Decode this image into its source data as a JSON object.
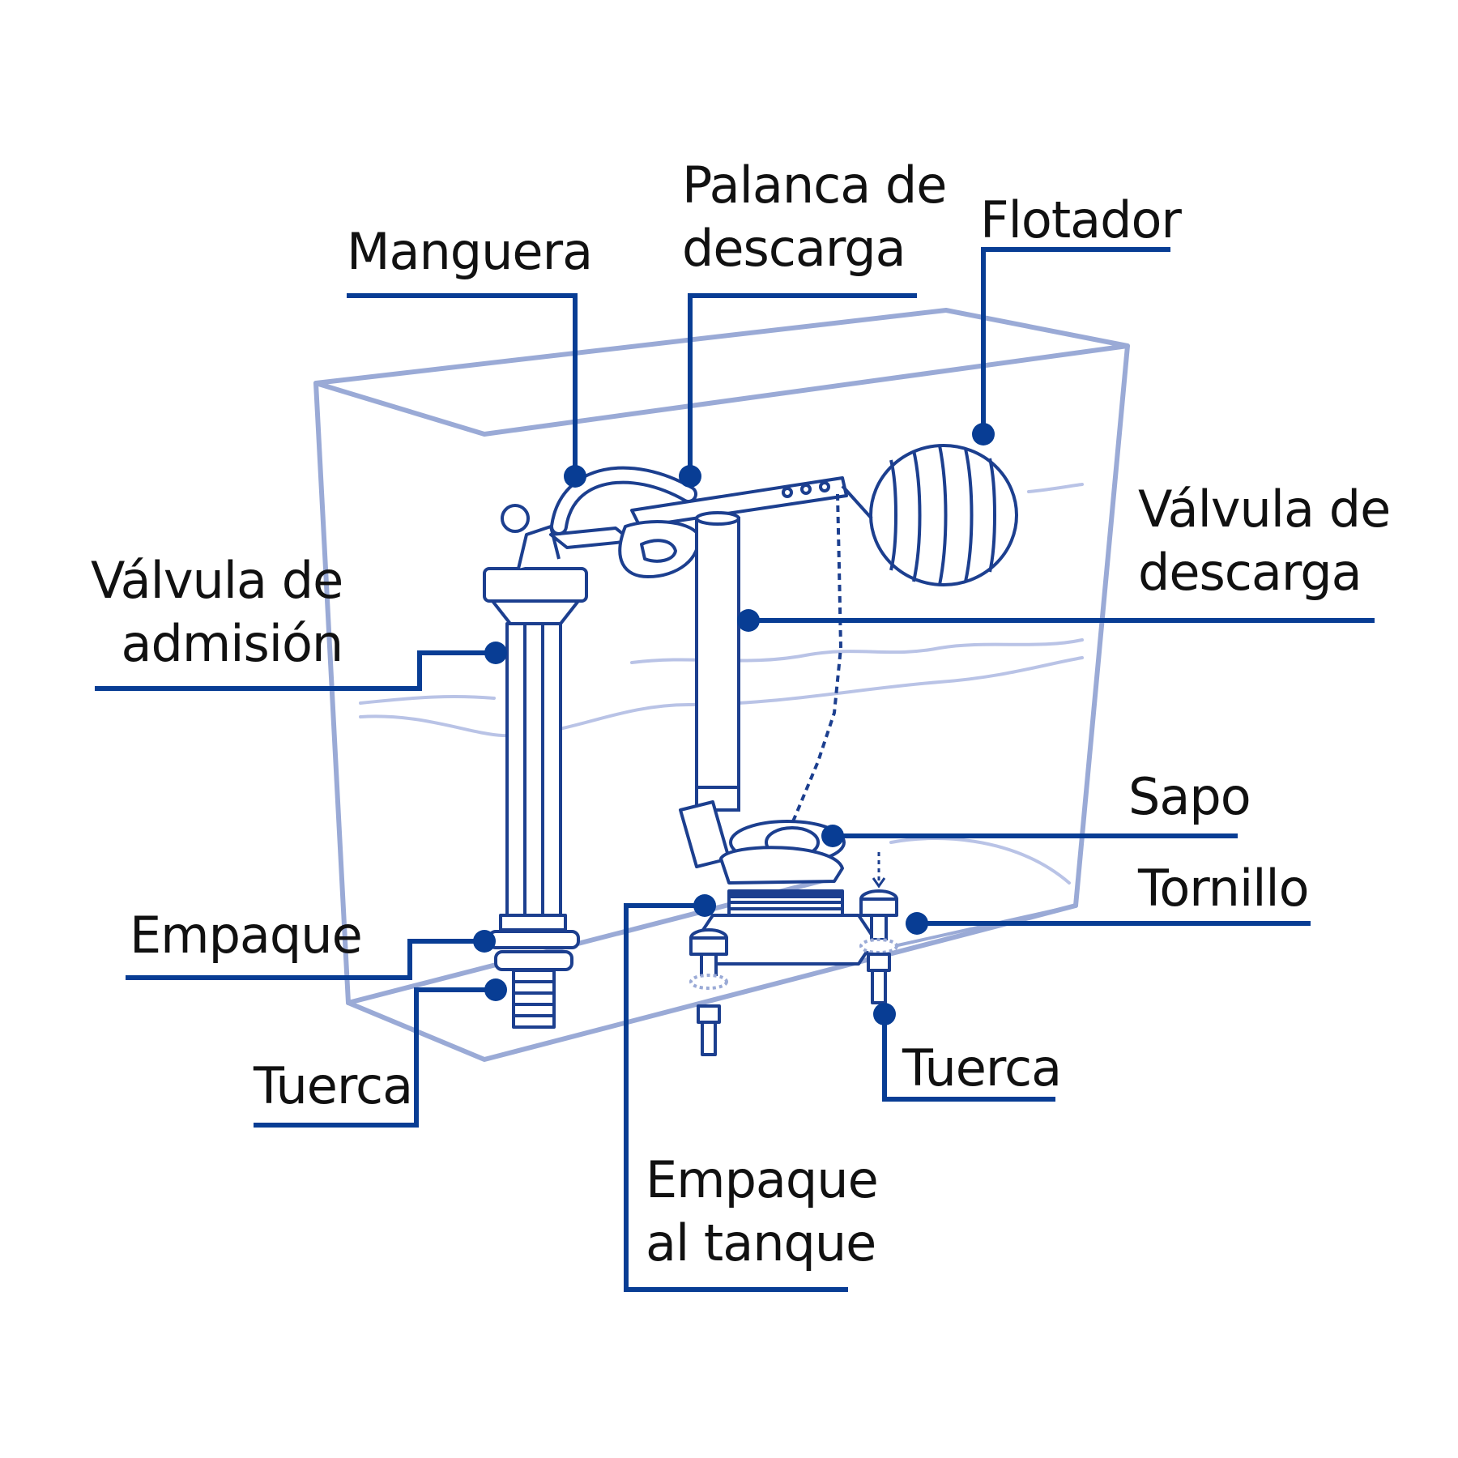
{
  "colors": {
    "accent": "#083d94",
    "outline": "#1c3f8f",
    "tank": "#9aaad6",
    "water": "#b9c3e6",
    "text": "#111111",
    "background": "#ffffff"
  },
  "labels": {
    "manguera": "Manguera",
    "palanca_1": "Palanca de",
    "palanca_2": "descarga",
    "flotador": "Flotador",
    "valvula_admision_1": "Válvula de",
    "valvula_admision_2": "admisión",
    "valvula_descarga_1": "Válvula de",
    "valvula_descarga_2": "descarga",
    "sapo": "Sapo",
    "tornillo": "Tornillo",
    "empaque": "Empaque",
    "tuerca_left": "Tuerca",
    "tuerca_right": "Tuerca",
    "empaque_tanque_1": "Empaque",
    "empaque_tanque_2": "al tanque"
  }
}
